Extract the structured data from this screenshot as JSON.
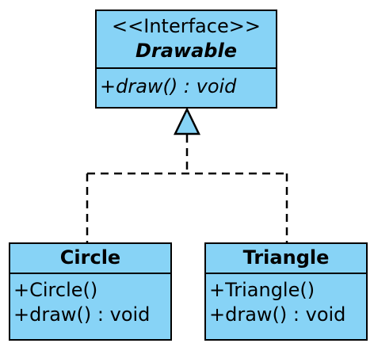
{
  "colors": {
    "class_fill": "#87d3f6",
    "border": "#000000",
    "background": "#ffffff"
  },
  "interface": {
    "stereotype": "<<Interface>>",
    "name": "Drawable",
    "operations": [
      "+draw() : void"
    ]
  },
  "classes": [
    {
      "name": "Circle",
      "operations": [
        "+Circle()",
        "+draw() : void"
      ]
    },
    {
      "name": "Triangle",
      "operations": [
        "+Triangle()",
        "+draw() : void"
      ]
    }
  ],
  "relationship": {
    "type": "realization",
    "from": [
      "Circle",
      "Triangle"
    ],
    "to": "Drawable"
  }
}
